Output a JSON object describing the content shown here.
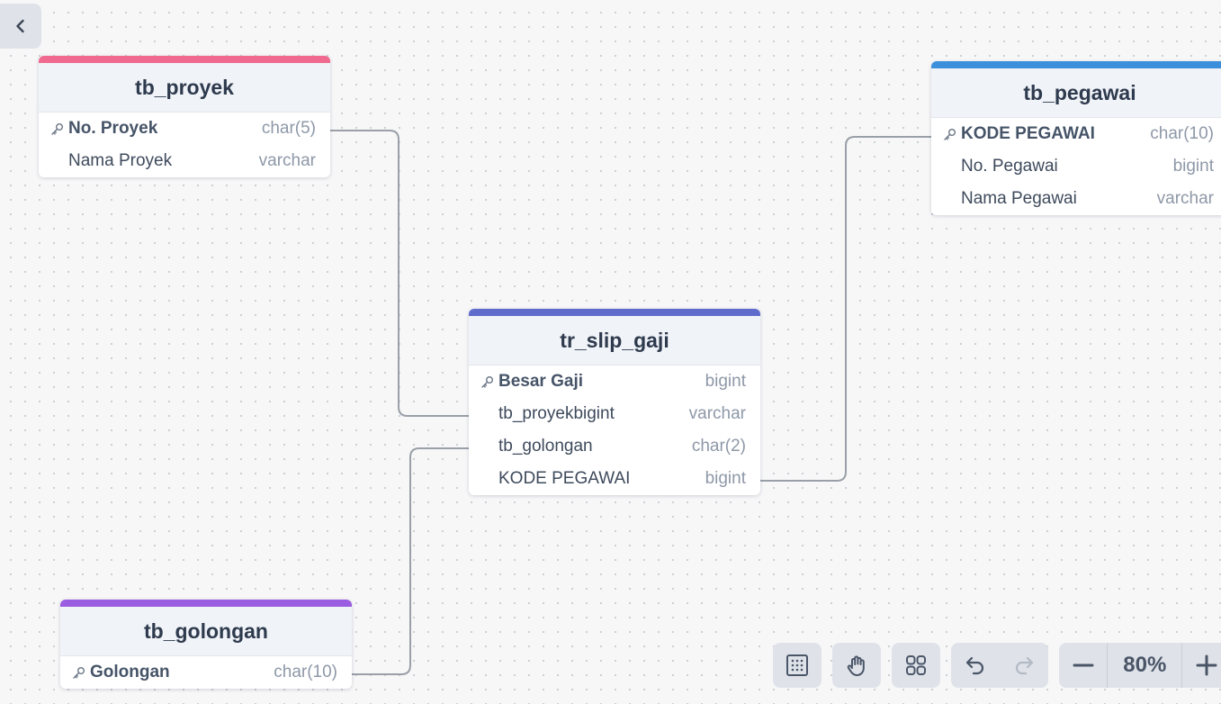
{
  "tables": {
    "proyek": {
      "name": "tb_proyek",
      "color": "#f06a8f",
      "fields": [
        {
          "name": "No. Proyek",
          "type": "char(5)",
          "pk": true
        },
        {
          "name": "Nama Proyek",
          "type": "varchar",
          "pk": false
        }
      ]
    },
    "pegawai": {
      "name": "tb_pegawai",
      "color": "#3b8fdb",
      "fields": [
        {
          "name": "KODE PEGAWAI",
          "type": "char(10)",
          "pk": true
        },
        {
          "name": "No. Pegawai",
          "type": "bigint",
          "pk": false
        },
        {
          "name": "Nama Pegawai",
          "type": "varchar",
          "pk": false
        }
      ]
    },
    "slip_gaji": {
      "name": "tr_slip_gaji",
      "color": "#5f6ccc",
      "fields": [
        {
          "name": "Besar Gaji",
          "type": "bigint",
          "pk": true
        },
        {
          "name": "tb_proyekbigint",
          "type": "varchar",
          "pk": false
        },
        {
          "name": "tb_golongan",
          "type": "char(2)",
          "pk": false
        },
        {
          "name": "KODE PEGAWAI",
          "type": "bigint",
          "pk": false
        }
      ]
    },
    "golongan": {
      "name": "tb_golongan",
      "color": "#9a5ce0",
      "fields": [
        {
          "name": "Golongan",
          "type": "char(10)",
          "pk": true
        }
      ]
    }
  },
  "toolbar": {
    "icons": [
      "fit-view-icon",
      "hand-icon",
      "grid-icon",
      "undo-icon",
      "redo-icon"
    ],
    "zoom": "80%"
  },
  "connector_color": "#9aa0a8"
}
